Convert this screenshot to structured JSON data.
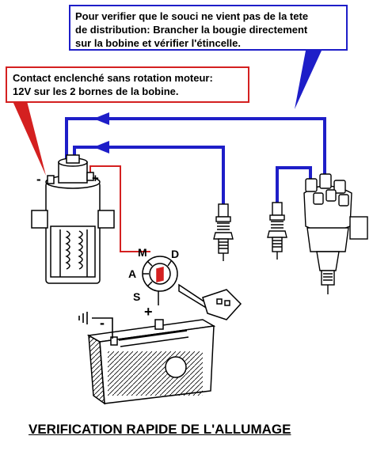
{
  "callout_top": {
    "lines": [
      "Pour verifier que le souci ne vient pas de la tete",
      "de distribution: Brancher la bougie directement",
      "sur la bobine et vérifier l'étincelle."
    ]
  },
  "callout_left": {
    "lines": [
      "Contact enclenché sans rotation moteur:",
      " 12V sur les 2 bornes de la bobine."
    ]
  },
  "coil": {
    "minus_label": "-",
    "plus_label": "+"
  },
  "ignition_switch": {
    "labels": {
      "m": "M",
      "d": "D",
      "a": "A",
      "s": "S"
    }
  },
  "battery": {
    "plus_label": "+",
    "minus_label": "-"
  },
  "title": "VERIFICATION RAPIDE DE L'ALLUMAGE",
  "colors": {
    "wire_blue": "#1e1ec8",
    "wire_red": "#d42020",
    "ink": "#000000"
  }
}
